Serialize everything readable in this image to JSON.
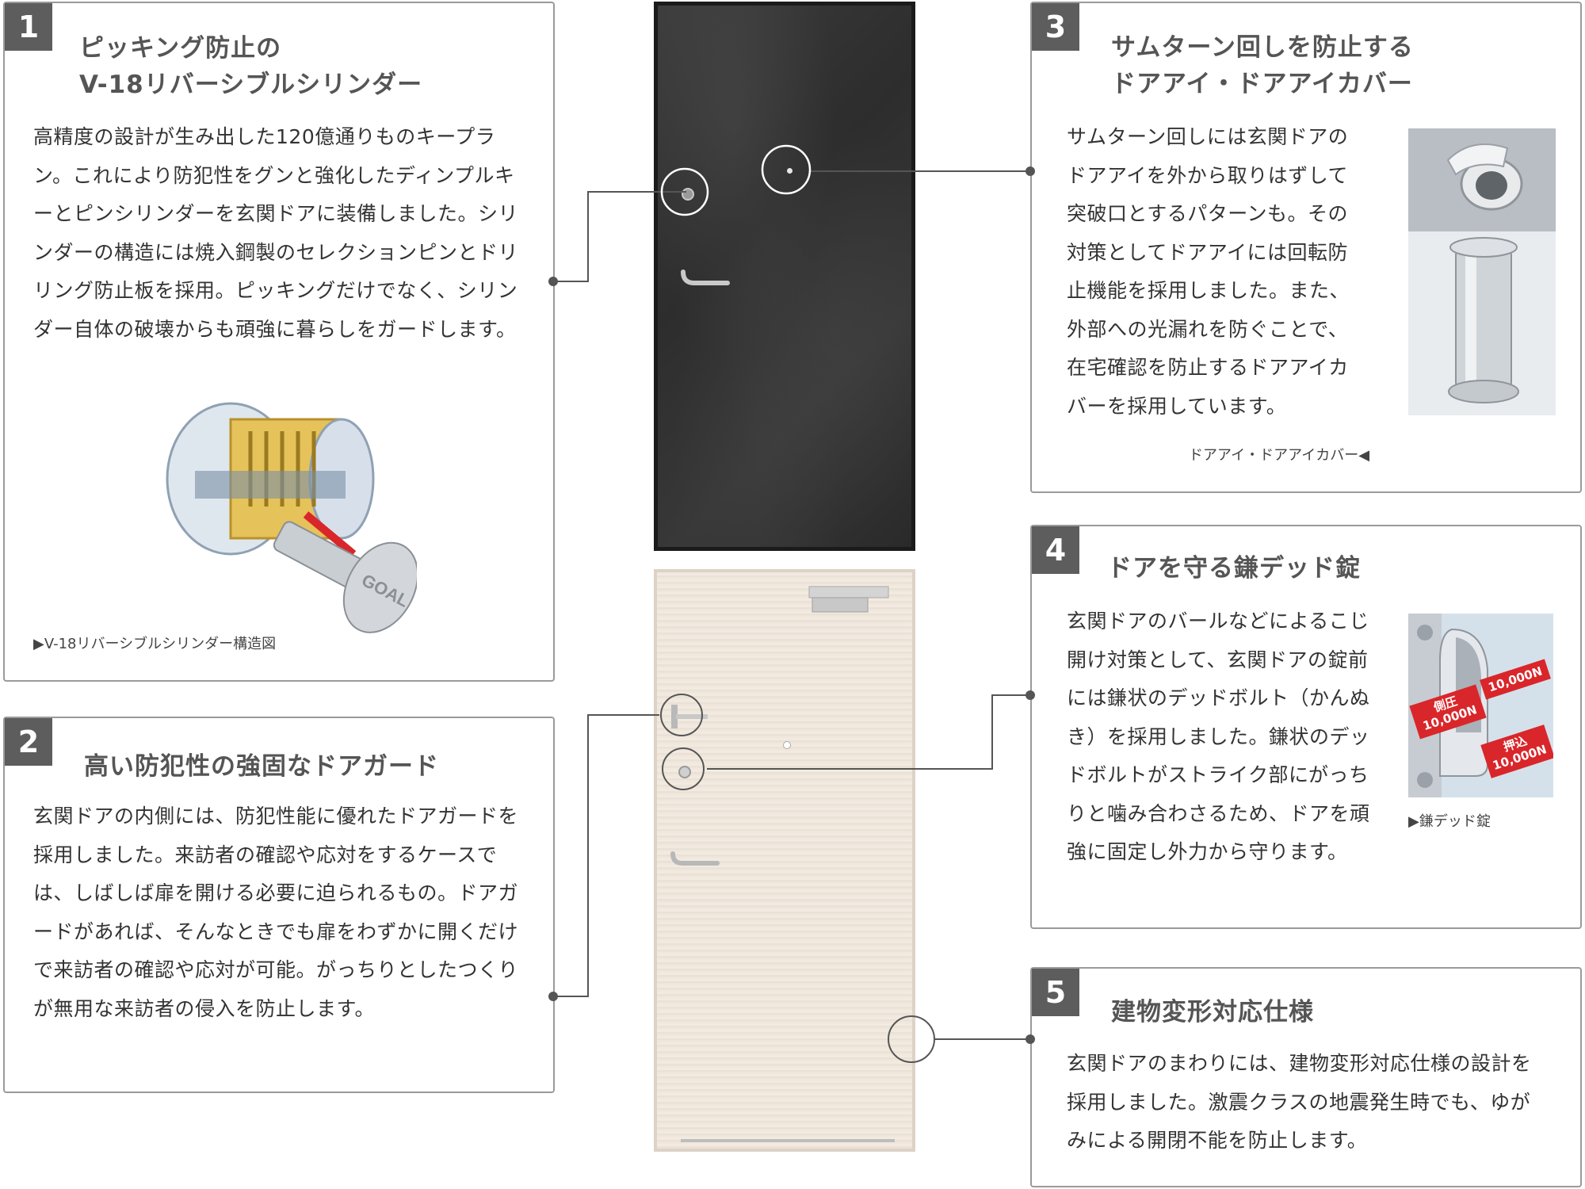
{
  "panels": [
    {
      "number": "1",
      "title_lines": [
        "ピッキング防止の",
        "V-18リバーシブルシリンダー"
      ],
      "body": "高精度の設計が生み出した120億通りものキープラン。これにより防犯性をグンと強化したディンプルキーとピンシリンダーを玄関ドアに装備しました。シリンダーの構造には焼入鋼製のセレクションピンとドリリング防止板を採用。ピッキングだけでなく、シリンダー自体の破壊からも頑強に暮らしをガードします。",
      "caption": "▶V-18リバーシブルシリンダー構造図"
    },
    {
      "number": "2",
      "title_lines": [
        "高い防犯性の強固なドアガード"
      ],
      "body": "玄関ドアの内側には、防犯性能に優れたドアガードを採用しました。来訪者の確認や応対をするケースでは、しばしば扉を開ける必要に迫られるもの。ドアガードがあれば、そんなときでも扉をわずかに開くだけで来訪者の確認や応対が可能。がっちりとしたつくりが無用な来訪者の侵入を防止します。"
    },
    {
      "number": "3",
      "title_lines": [
        "サムターン回しを防止する",
        "ドアアイ・ドアアイカバー"
      ],
      "body": "サムターン回しには玄関ドアのドアアイを外から取りはずして突破口とするパターンも。その対策としてドアアイには回転防止機能を採用しました。また、外部への光漏れを防ぐことで、在宅確認を防止するドアアイカバーを採用しています。",
      "caption": "ドアアイ・ドアアイカバー◀"
    },
    {
      "number": "4",
      "title_lines": [
        "ドアを守る鎌デッド錠"
      ],
      "body": "玄関ドアのバールなどによるこじ開け対策として、玄関ドアの錠前には鎌状のデッドボルト（かんぬき）を採用しました。鎌状のデッドボルトがストライク部にがっちりと噛み合わさるため、ドアを頑強に固定し外力から守ります。",
      "caption": "▶鎌デッド錠",
      "photo_labels": {
        "side": "側圧",
        "side_value": "10,000N",
        "top_value": "10,000N",
        "push": "押込",
        "push_value": "10,000N"
      }
    },
    {
      "number": "5",
      "title_lines": [
        "建物変形対応仕様"
      ],
      "body": "玄関ドアのまわりには、建物変形対応仕様の設計を採用しました。激震クラスの地震発生時でも、ゆがみによる開閉不能を防止します。"
    }
  ],
  "key_brand": "GOAL",
  "colors": {
    "badge": "#5d5d5d",
    "border": "#9a9a9a",
    "leader": "#555555",
    "arrow_red": "#d9262a"
  }
}
